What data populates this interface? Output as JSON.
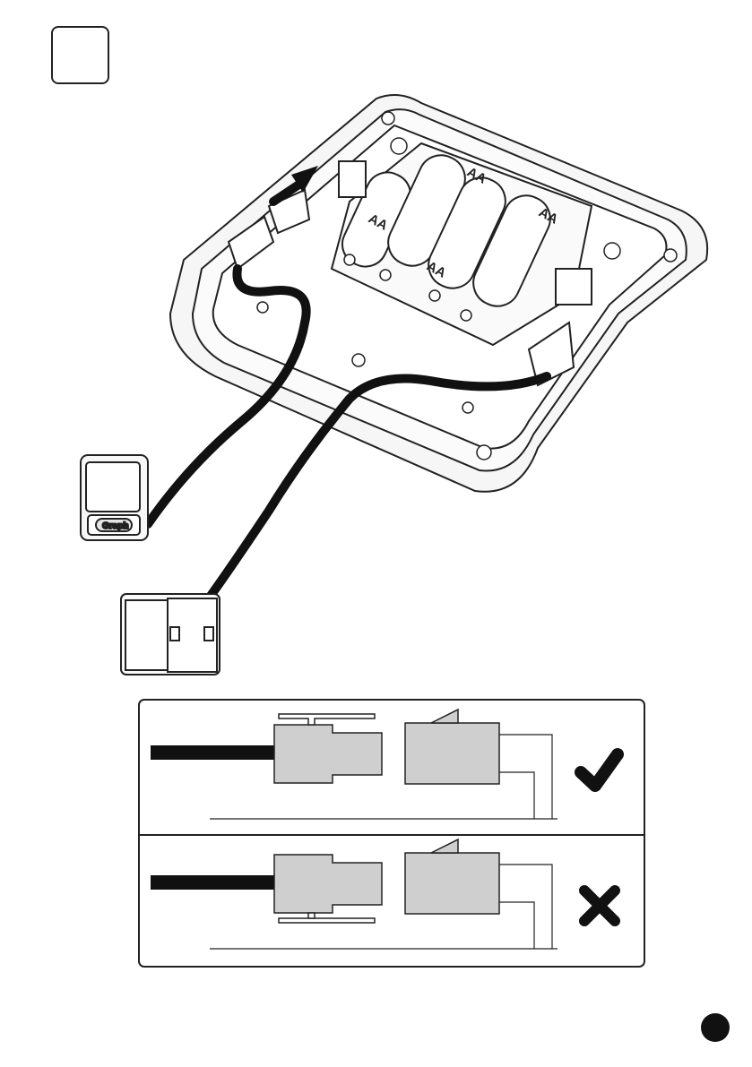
{
  "page": {
    "step_box": "",
    "page_number": ""
  },
  "device": {
    "battery_labels": [
      "AA",
      "AA",
      "AA",
      "AA"
    ],
    "connector_ports": [
      "left-port",
      "right-port"
    ]
  },
  "sensor_panel": {
    "button_label": "Graph"
  },
  "diagram": {
    "rows": [
      {
        "id": "correct-insertion",
        "status": "correct",
        "status_icon": "check-icon"
      },
      {
        "id": "incorrect-insertion",
        "status": "incorrect",
        "status_icon": "cross-icon"
      }
    ]
  },
  "colors": {
    "line": "#222222",
    "cable": "#111111",
    "connector_fill": "#cfcfcf",
    "device_fill": "#f4f4f4"
  }
}
